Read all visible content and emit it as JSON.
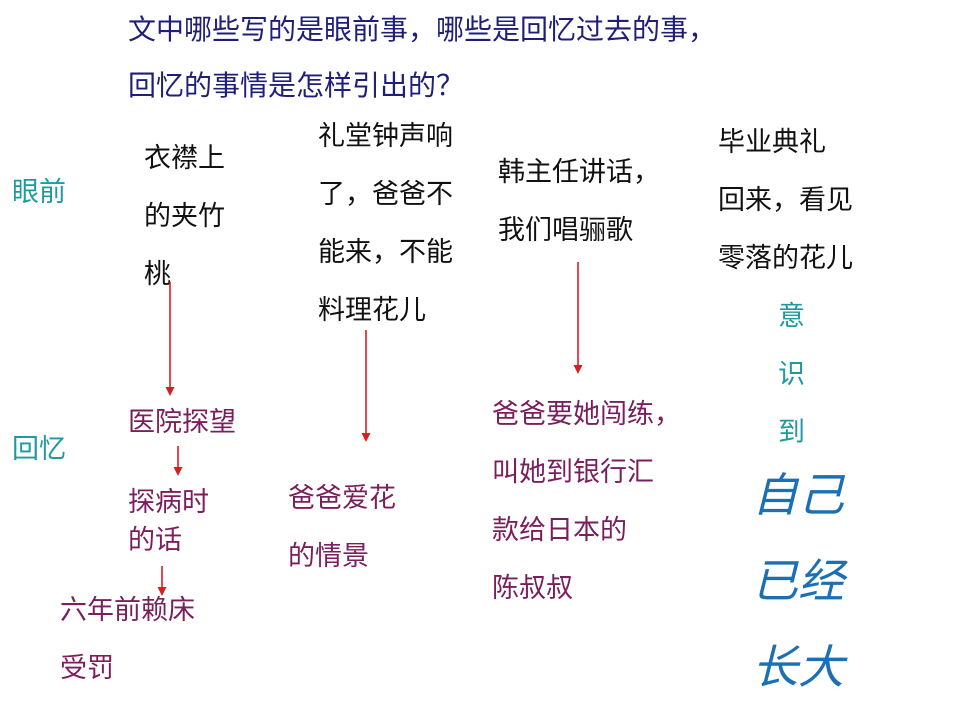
{
  "question": {
    "line1": "文中哪些写的是眼前事，哪些是回忆过去的事，",
    "line2": "回忆的事情是怎样引出的？"
  },
  "side_labels": {
    "present": "眼前",
    "memory": "回忆"
  },
  "present": {
    "col1": [
      "衣襟上",
      "的夹竹",
      "桃"
    ],
    "col2": [
      "礼堂钟声响",
      "了，爸爸不",
      "能来，不能",
      "料理花儿"
    ],
    "col3": [
      "韩主任讲话，",
      "我们唱骊歌"
    ],
    "col4": [
      "毕业典礼",
      "回来，看见",
      "零落的花儿"
    ]
  },
  "memory": {
    "hospital": "医院探望",
    "sick_words": [
      "探病时",
      "的话"
    ],
    "six_years": [
      "六年前赖床",
      "受罚"
    ],
    "flowers": [
      "爸爸爱花",
      "的情景"
    ],
    "bank": [
      "爸爸要她闯练，",
      "叫她到银行汇",
      "款给日本的",
      "陈叔叔"
    ]
  },
  "realize": [
    "意",
    "识",
    "到"
  ],
  "conclusion": [
    "自己",
    "已经",
    "长大"
  ],
  "colors": {
    "question": "#1f1f7a",
    "side_label": "#1f9aa0",
    "present_text": "#111111",
    "memory_text": "#7a1f5c",
    "conclusion": "#1a6fb5",
    "arrow": "#d42020"
  }
}
